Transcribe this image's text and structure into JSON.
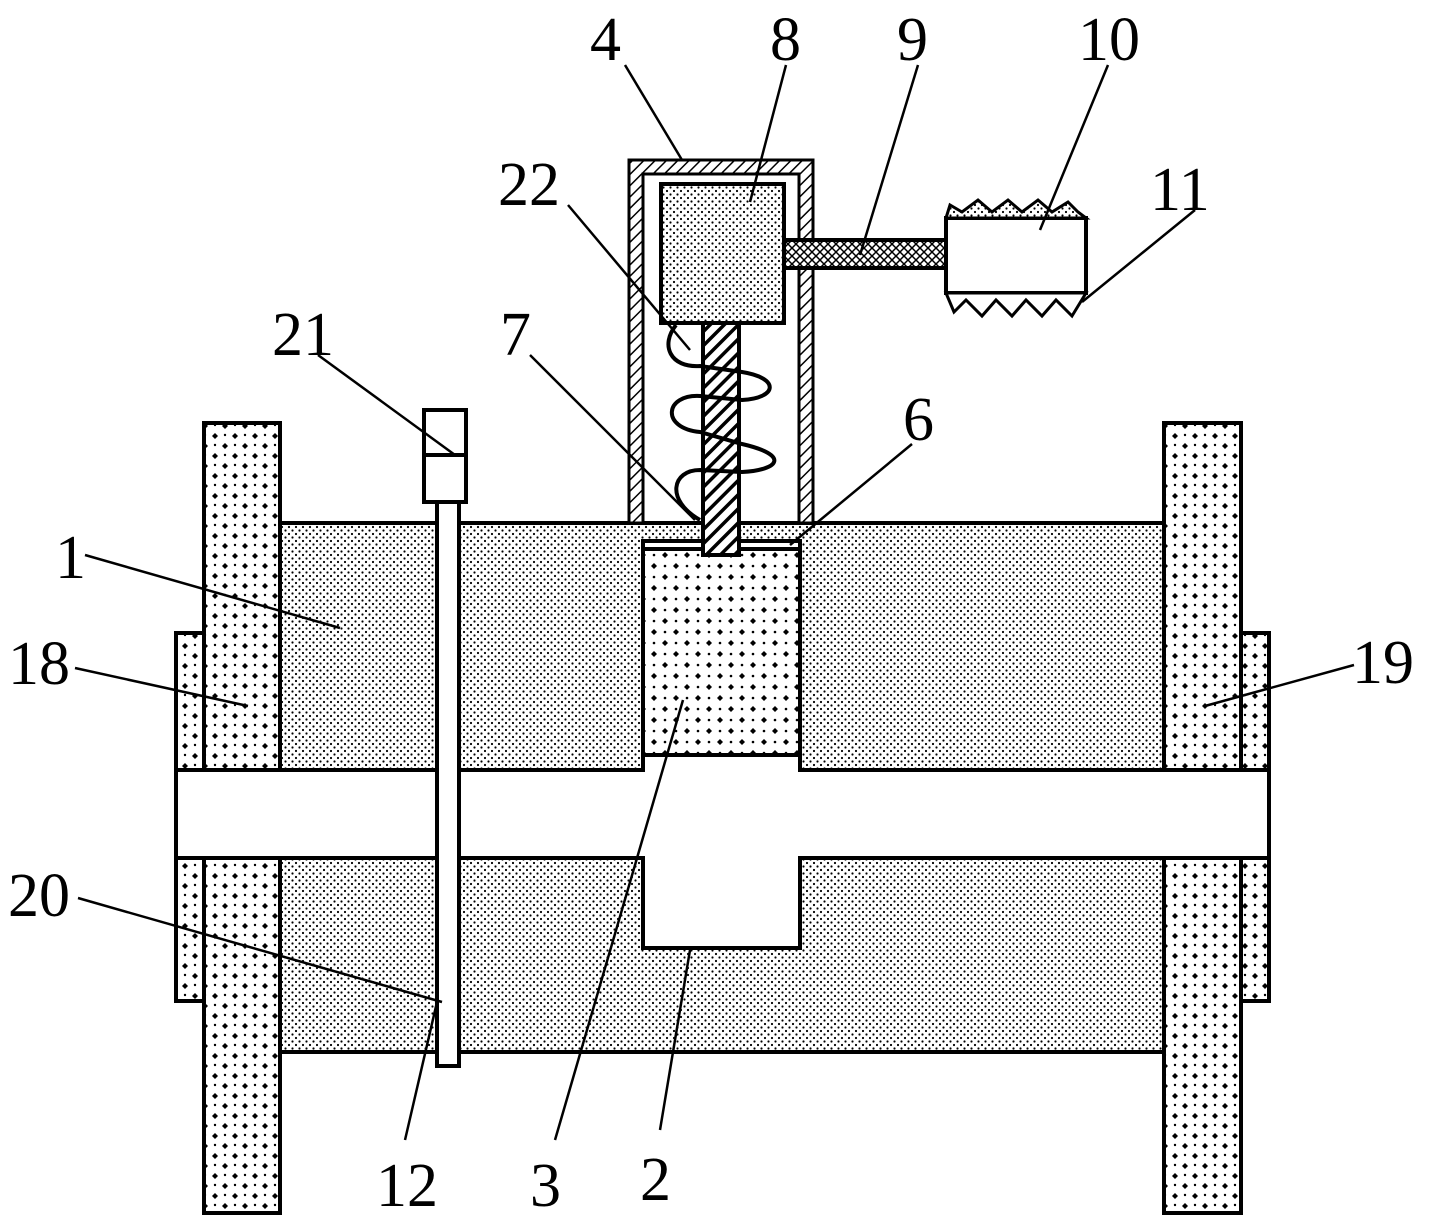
{
  "labels": {
    "l1": "1",
    "l2": "2",
    "l3": "3",
    "l4": "4",
    "l6": "6",
    "l7": "7",
    "l8": "8",
    "l9": "9",
    "l10": "10",
    "l11": "11",
    "l12": "12",
    "l18": "18",
    "l19": "19",
    "l20": "20",
    "l21": "21",
    "l22": "22"
  }
}
